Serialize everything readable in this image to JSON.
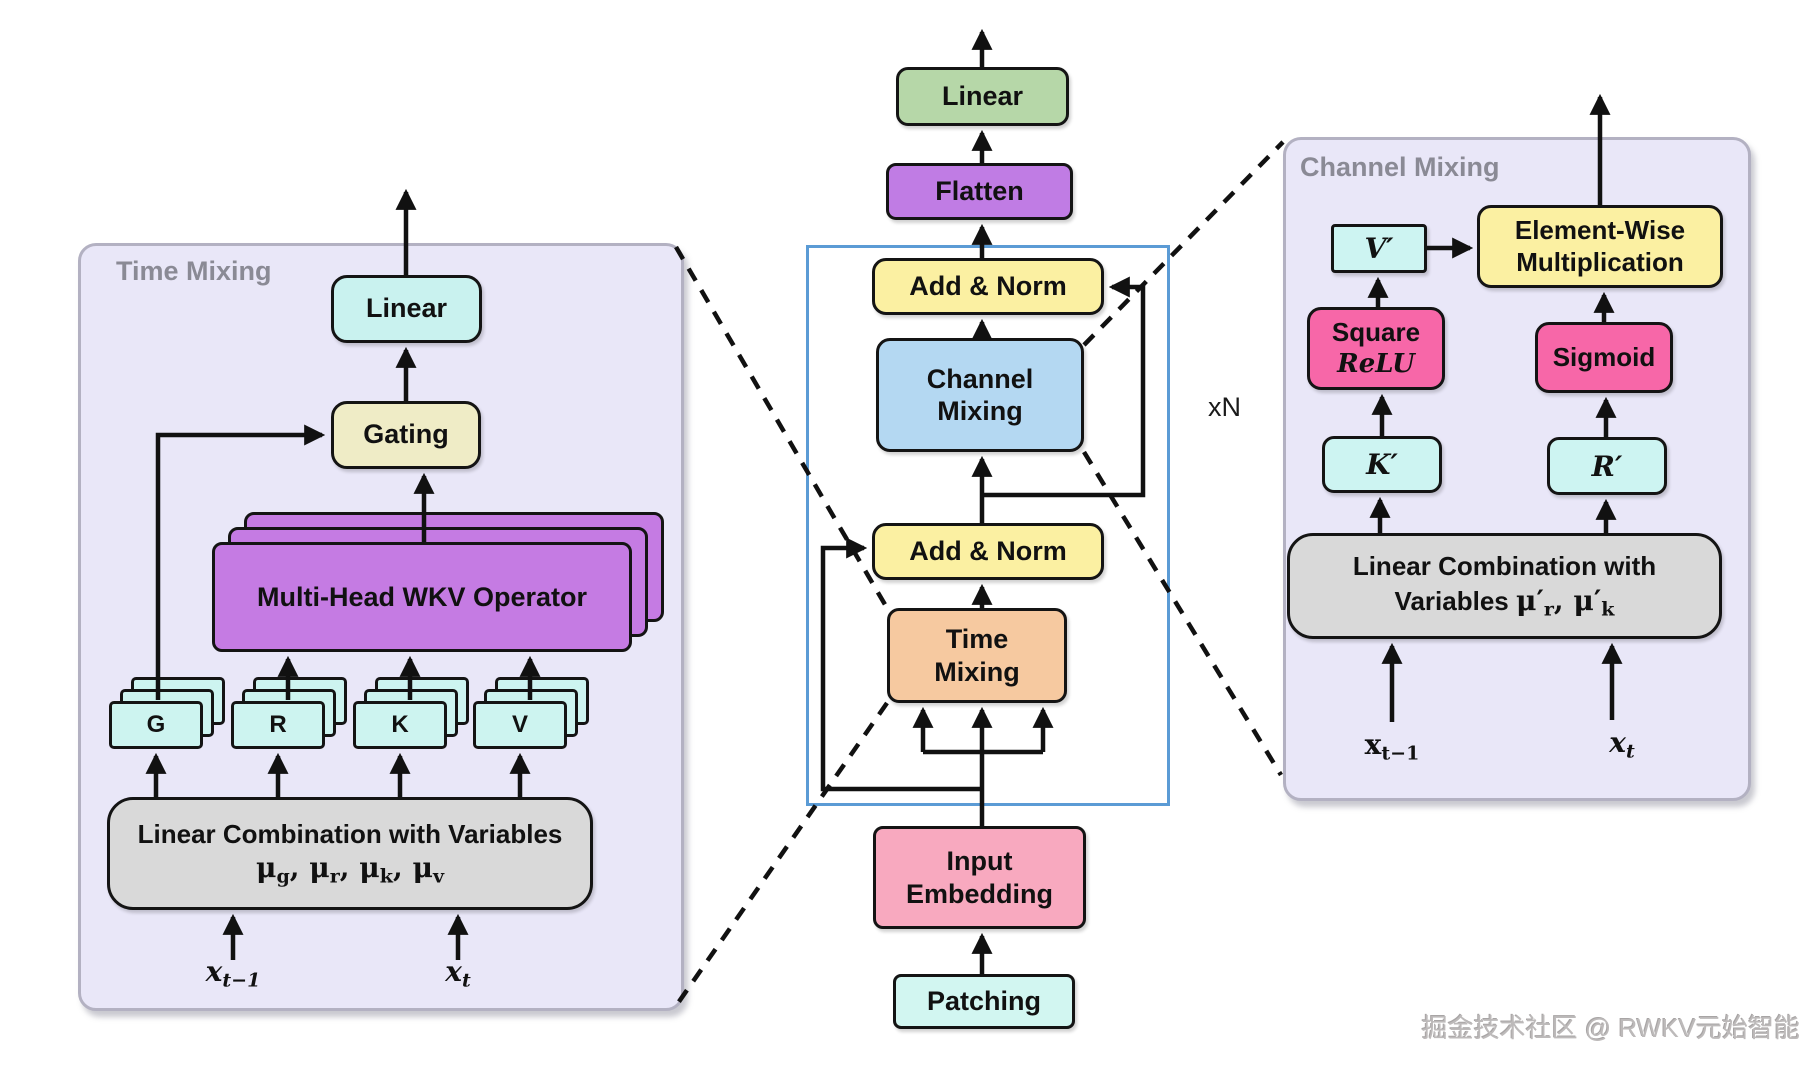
{
  "watermark": "掘金技术社区 @ RWKV元始智能",
  "xn_label": "xN",
  "palette": {
    "panel_fill": "#e9e7f8",
    "blue_container_border": "#5b9bd5",
    "green": "#b6d7a8",
    "violet": "#c07ce4",
    "yellow": "#fbf0a2",
    "light_blue": "#b4d8f2",
    "orange": "#f6c9a0",
    "pink_light": "#f8a9bf",
    "cyan_light": "#cdf4f0",
    "khaki": "#efecc6",
    "purple_wkv": "#c57be3",
    "gray_box": "#d9d9d9",
    "hot_pink": "#f767a8",
    "title_gray": "#8a8a95"
  },
  "center": {
    "patching": "Patching",
    "input_embedding_line1": "Input",
    "input_embedding_line2": "Embedding",
    "time_mixing_line1": "Time",
    "time_mixing_line2": "Mixing",
    "add_norm": "Add & Norm",
    "channel_mixing_line1": "Channel",
    "channel_mixing_line2": "Mixing",
    "flatten": "Flatten",
    "linear": "Linear"
  },
  "time_mixing_panel": {
    "title": "Time Mixing",
    "linear": "Linear",
    "gating": "Gating",
    "wkv_operator": "Multi-Head WKV Operator",
    "stacks": [
      "G",
      "R",
      "K",
      "V"
    ],
    "lin_comb_line1": "Linear Combination with Variables",
    "lin_comb_math": [
      {
        "t": "μ"
      },
      {
        "sub": "g"
      },
      {
        "t": ", μ"
      },
      {
        "sub": "r"
      },
      {
        "t": ", μ"
      },
      {
        "sub": "k"
      },
      {
        "t": ", μ"
      },
      {
        "sub": "v"
      }
    ],
    "x_prev": [
      {
        "t": "x"
      },
      {
        "sub": "t−1"
      }
    ],
    "x_t": [
      {
        "t": "x"
      },
      {
        "sub": "t"
      }
    ]
  },
  "channel_mixing_panel": {
    "title": "Channel Mixing",
    "v_prime": "V′",
    "k_prime": "K′",
    "r_prime": "R′",
    "element_wise_line1": "Element-Wise",
    "element_wise_line2": "Multiplication",
    "square_relu_line1": "Square",
    "square_relu_line2": "ReLU",
    "sigmoid": "Sigmoid",
    "lin_comb_line1": "Linear Combination with",
    "lin_comb_line2_prefix": "Variables ",
    "lin_comb_math": [
      {
        "t": "μ′"
      },
      {
        "sub": "r"
      },
      {
        "t": ", μ′"
      },
      {
        "sub": "k"
      }
    ],
    "x_prev": [
      {
        "t": "x"
      },
      {
        "sub": "t−1"
      }
    ],
    "x_t": [
      {
        "t": "x"
      },
      {
        "sub": "t"
      }
    ]
  }
}
